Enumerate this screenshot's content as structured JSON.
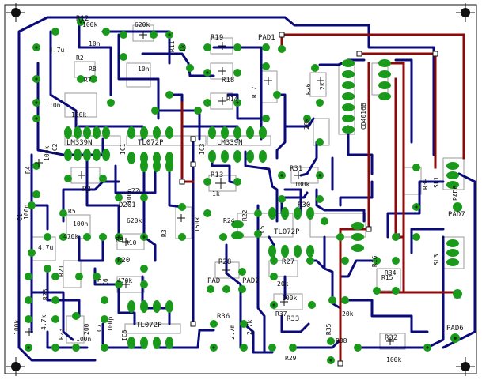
{
  "colors": {
    "background": "#ffffff",
    "bottom_trace": "#0a0a78",
    "top_trace": "#8b0a0a",
    "pad": "#1a9a1a",
    "pad_hole": "#0a3a0a",
    "silkscreen": "#9a9a9a",
    "outline": "#111111"
  },
  "labels": {
    "r13": "R13",
    "r13_value": "1k",
    "r19": "R19",
    "r31": "R31",
    "r30": "R30",
    "r33": "R33",
    "r32": "R32",
    "r32_value": "100k",
    "r36": "R36",
    "r36_value": "2.7k",
    "r2": "R2",
    "r27": "R27",
    "r27_value": "20k",
    "r27_top_value": "20k",
    "r39": "R39",
    "r21": "R21",
    "r23": "R23",
    "r28": "R28",
    "r20": "R20",
    "r20_value": "470k",
    "r12": "R12",
    "r26": "R26",
    "r18": "R18",
    "r17": "R17",
    "pad1": "PAD1",
    "pad2": "PAD2",
    "pad6": "PAD6",
    "pad7": "PAD7",
    "pad_ra": "PAD",
    "pad_c": "PAD6",
    "ic1": "LM339N",
    "ic1_ref": "IC1",
    "ic2_ref": "IC2",
    "ic3": "TL072P",
    "ic3_ref": "IC3",
    "ic4": "LM339N",
    "ic5": "TL072P",
    "ic5_ref": "IC5",
    "ic6": "TL072P",
    "ic6_ref": "IC6",
    "ic_cd": "CD4016B",
    "d201": "D201",
    "c1": "C1",
    "c1_value": "100n",
    "c5": "C5",
    "c6": "C6",
    "c7": "C7",
    "v_22u": "22u",
    "v_47u_a": "4.7u",
    "v_47u_b": "4.7u",
    "v_10n_a": "10n",
    "v_10n_b": "10n",
    "v_10n_c": "10n",
    "v_620k_a": "620k",
    "v_620k_b": "620k",
    "v_470k": "470k",
    "v_100k_a": "100k",
    "v_100k_b": "100k",
    "v_100k_c": "100k",
    "v_100k_d": "100k",
    "v_100k_e": "100k",
    "v_100k_f": "100k",
    "v_100n_a": "100n",
    "v_100n_b": "100n",
    "v_100n_c": "100n",
    "v_150k": "150k",
    "v_2k": "2k",
    "v_1k": "1k",
    "v_20k": "20k",
    "v_27m": "2.7m",
    "v_200": "200",
    "v_4k7": "4.7k",
    "v_100p": "100p",
    "sl1": "SL1",
    "sl3": "SL3",
    "r9_ref": "R9",
    "r10_ref": "R10",
    "r2b_ref": "R2",
    "r4_ref": "R4",
    "r5_ref": "R5",
    "r8_ref": "R8",
    "r7_ref": "R7",
    "r3_ref": "R3",
    "r16_ref": "R16",
    "r15_ref": "R15",
    "r14_ref": "R14",
    "r11_ref": "R11",
    "r22_ref": "R22",
    "r24_ref": "R24",
    "r25_ref": "R25",
    "r29_ref": "R29",
    "r34_ref": "R34",
    "r35_ref": "R35",
    "r37_ref": "R37",
    "r38_ref": "R38"
  }
}
